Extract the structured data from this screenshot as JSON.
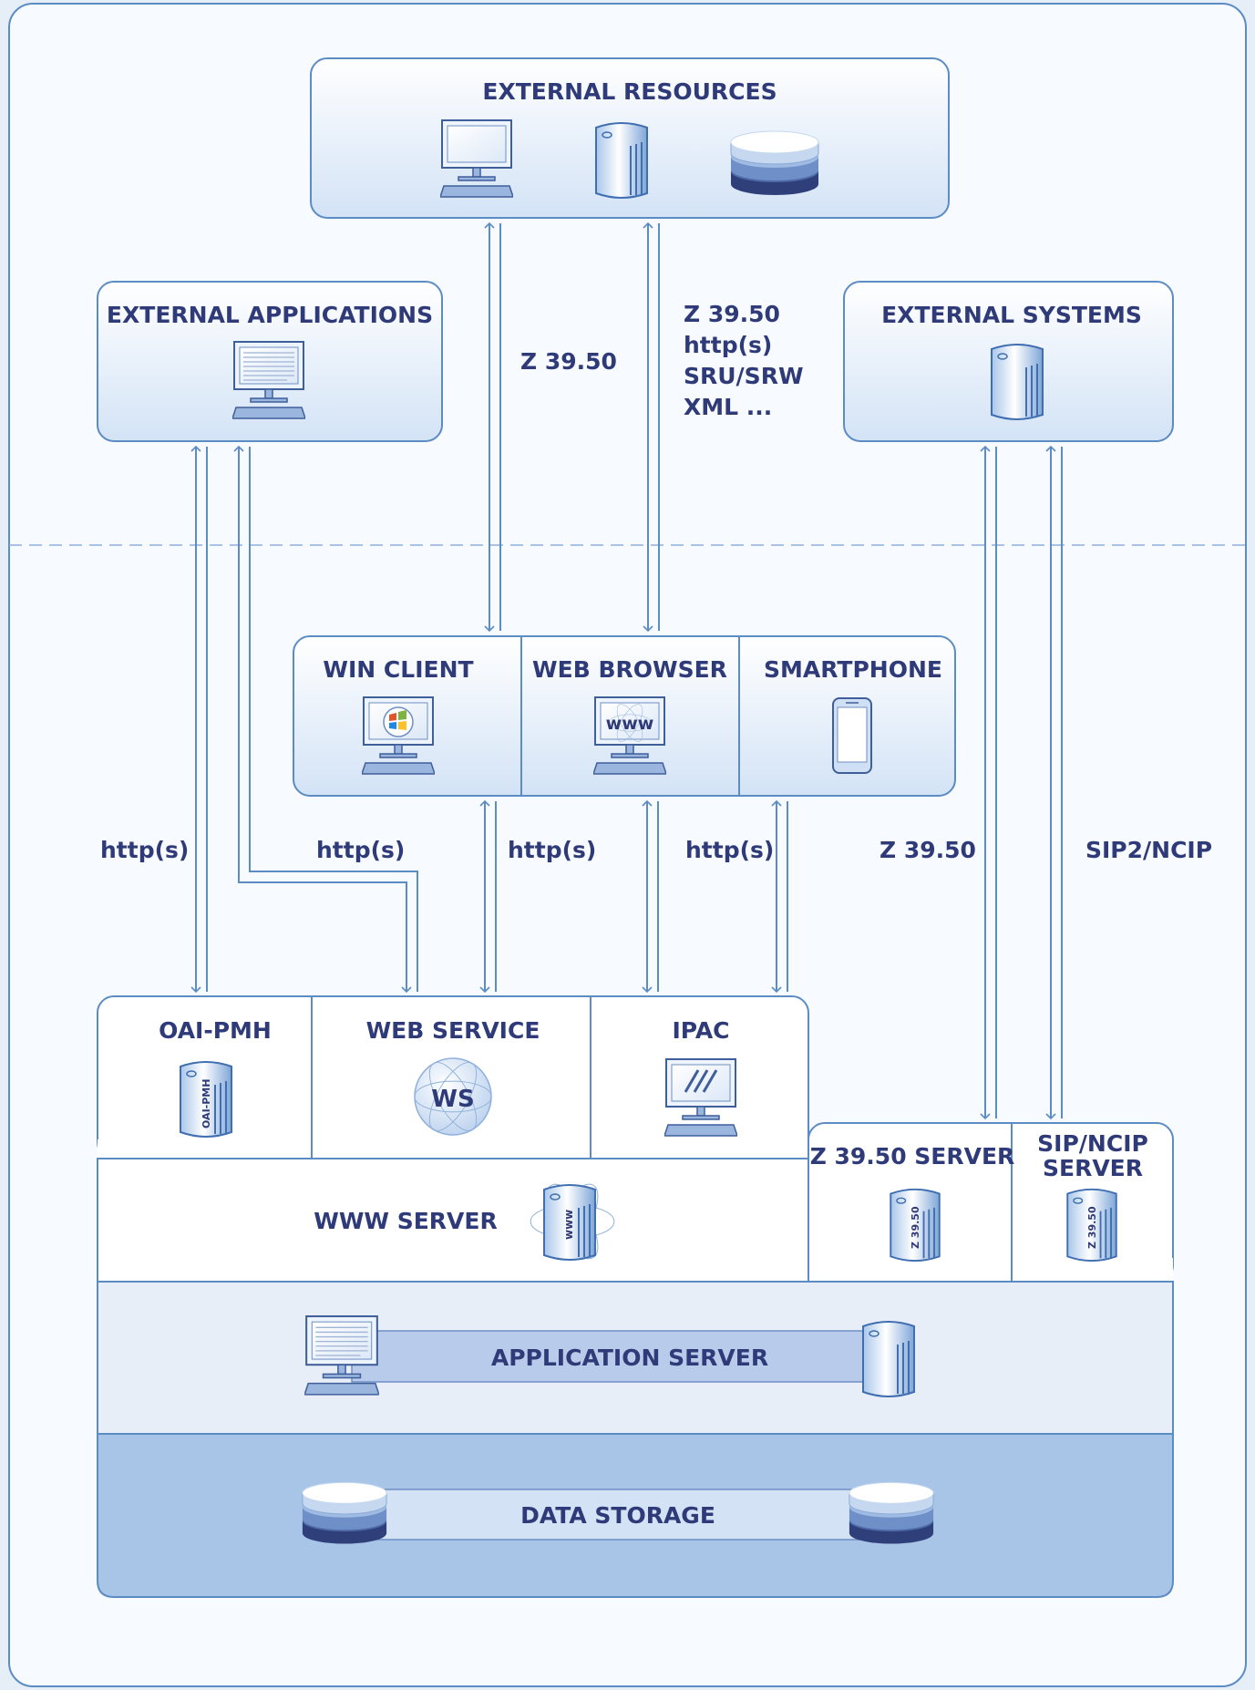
{
  "boxes": {
    "external_resources": "EXTERNAL RESOURCES",
    "external_applications": "EXTERNAL APPLICATIONS",
    "external_systems": "EXTERNAL SYSTEMS",
    "win_client": "WIN CLIENT",
    "web_browser": "WEB BROWSER",
    "smartphone": "SMARTPHONE",
    "oai_pmh": "OAI-PMH",
    "web_service": "WEB SERVICE",
    "ipac": "IPAC",
    "www_server": "WWW SERVER",
    "z3950_server": "Z 39.50 SERVER",
    "sip_ncip_server_line1": "SIP/NCIP",
    "sip_ncip_server_line2": "SERVER",
    "application_server": "APPLICATION SERVER",
    "data_storage": "DATA STORAGE"
  },
  "protocols": {
    "resources_left": "Z 39.50",
    "resources_right": [
      "Z 39.50",
      "http(s)",
      "SRU/SRW",
      "XML ..."
    ],
    "oai_link": "http(s)",
    "apps_ws_link": "http(s)",
    "winclient_ws_link": "http(s)",
    "browser_ipac_link": "http(s)",
    "systems_z3950_link": "Z 39.50",
    "systems_sip_link": "SIP2/NCIP"
  },
  "icon_text": {
    "www_badge": "www",
    "ws_badge": "WS",
    "oai_server_side": "OAI-PMH",
    "www_server_side": "www",
    "z3950_server_side": "Z 39.50",
    "sip_server_side": "Z 39.50"
  },
  "colors": {
    "background": "#e6eef8",
    "frame_fill": "#f7faff",
    "box_stroke": "#5b8cc4",
    "label": "#2f3a78",
    "app_server_band": "#e8eef8",
    "data_storage_band": "#a8c5e8",
    "app_server_pipe": "#b9cbea",
    "data_storage_pipe": "#d3e2f5"
  }
}
